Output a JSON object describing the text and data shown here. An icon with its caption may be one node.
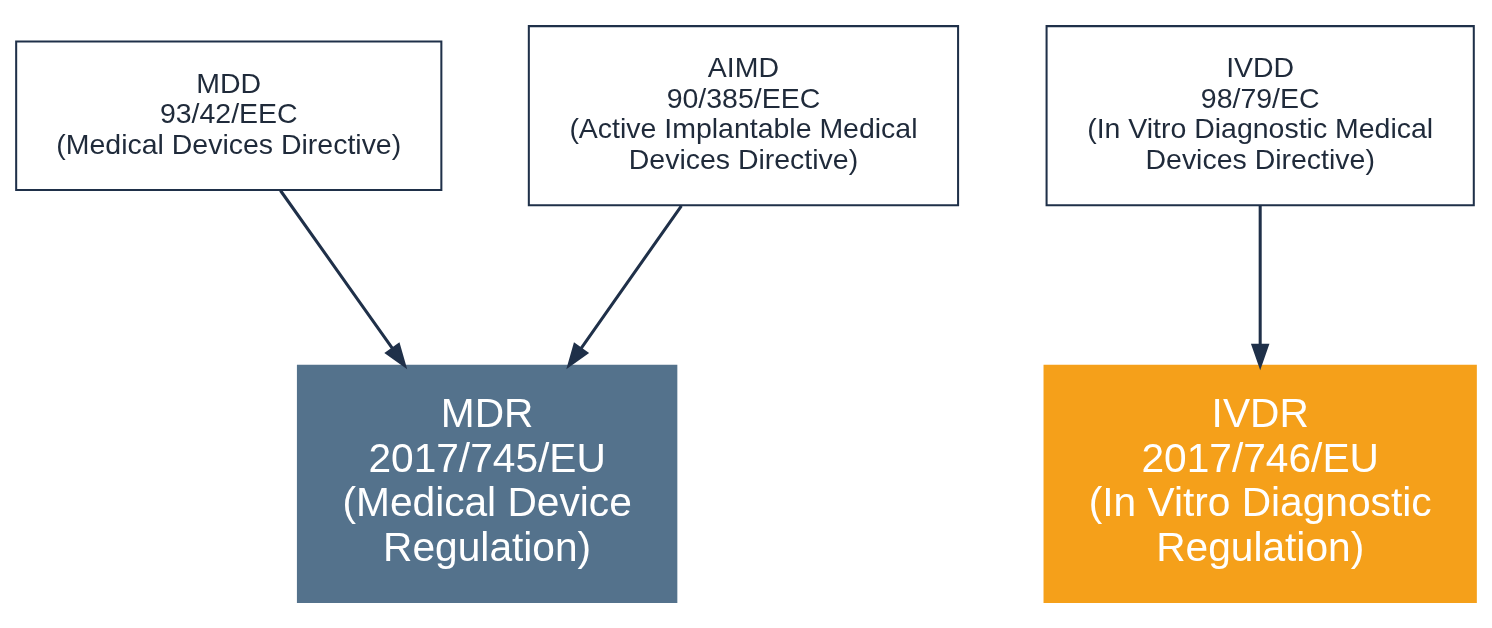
{
  "diagram": {
    "nodes": [
      {
        "text": [
          "MDD",
          "93/42/EEC",
          "(Medical Devices Directive)"
        ]
      },
      {
        "text": [
          "AIMD",
          "90/385/EEC",
          "(Active Implantable Medical Devices Directive)"
        ]
      },
      {
        "text": [
          "IVDD",
          "98/79/EC",
          "(In Vitro Diagnostic Medical Devices Directive)"
        ]
      },
      {
        "text": [
          "MDR",
          "2017/745/EU",
          "(Medical Device Regulation)"
        ]
      },
      {
        "text": [
          "IVDR",
          "2017/746/EU",
          "(In Vitro Diagnostic Regulation)"
        ]
      }
    ],
    "edges": [
      {
        "from": 0,
        "to": 3,
        "arrow": "to"
      },
      {
        "from": 1,
        "to": 3,
        "arrow": "to"
      },
      {
        "from": 2,
        "to": 4,
        "arrow": "to"
      }
    ]
  }
}
